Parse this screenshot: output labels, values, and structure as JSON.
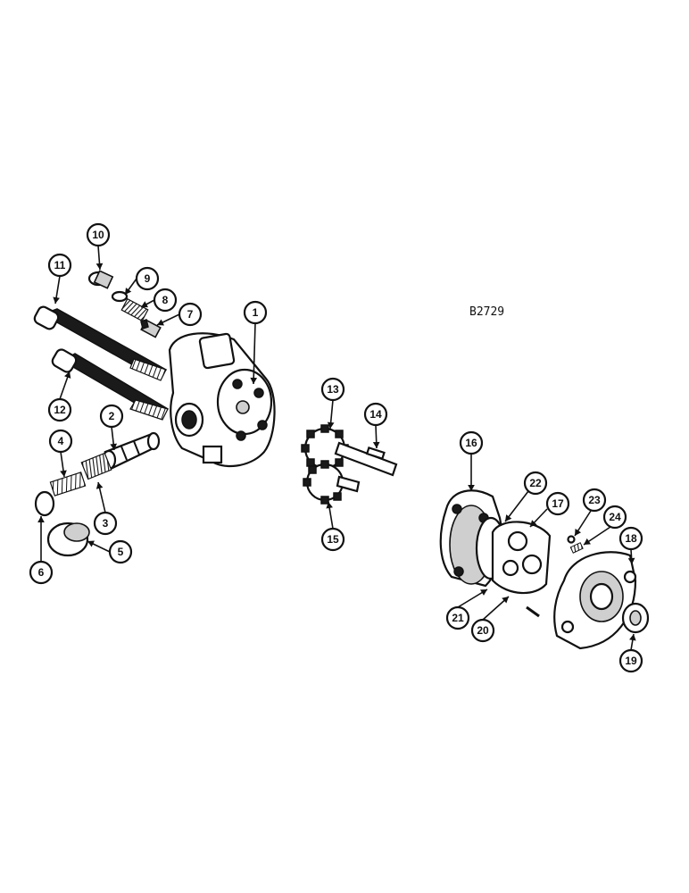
{
  "figure": {
    "reference_code": "B2729",
    "callouts": [
      {
        "label": "1"
      },
      {
        "label": "2"
      },
      {
        "label": "3"
      },
      {
        "label": "4"
      },
      {
        "label": "5"
      },
      {
        "label": "6"
      },
      {
        "label": "7"
      },
      {
        "label": "8"
      },
      {
        "label": "9"
      },
      {
        "label": "10"
      },
      {
        "label": "11"
      },
      {
        "label": "12"
      },
      {
        "label": "13"
      },
      {
        "label": "14"
      },
      {
        "label": "15"
      },
      {
        "label": "16"
      },
      {
        "label": "17"
      },
      {
        "label": "18"
      },
      {
        "label": "19"
      },
      {
        "label": "20"
      },
      {
        "label": "21"
      },
      {
        "label": "22"
      },
      {
        "label": "23"
      },
      {
        "label": "24"
      }
    ]
  }
}
